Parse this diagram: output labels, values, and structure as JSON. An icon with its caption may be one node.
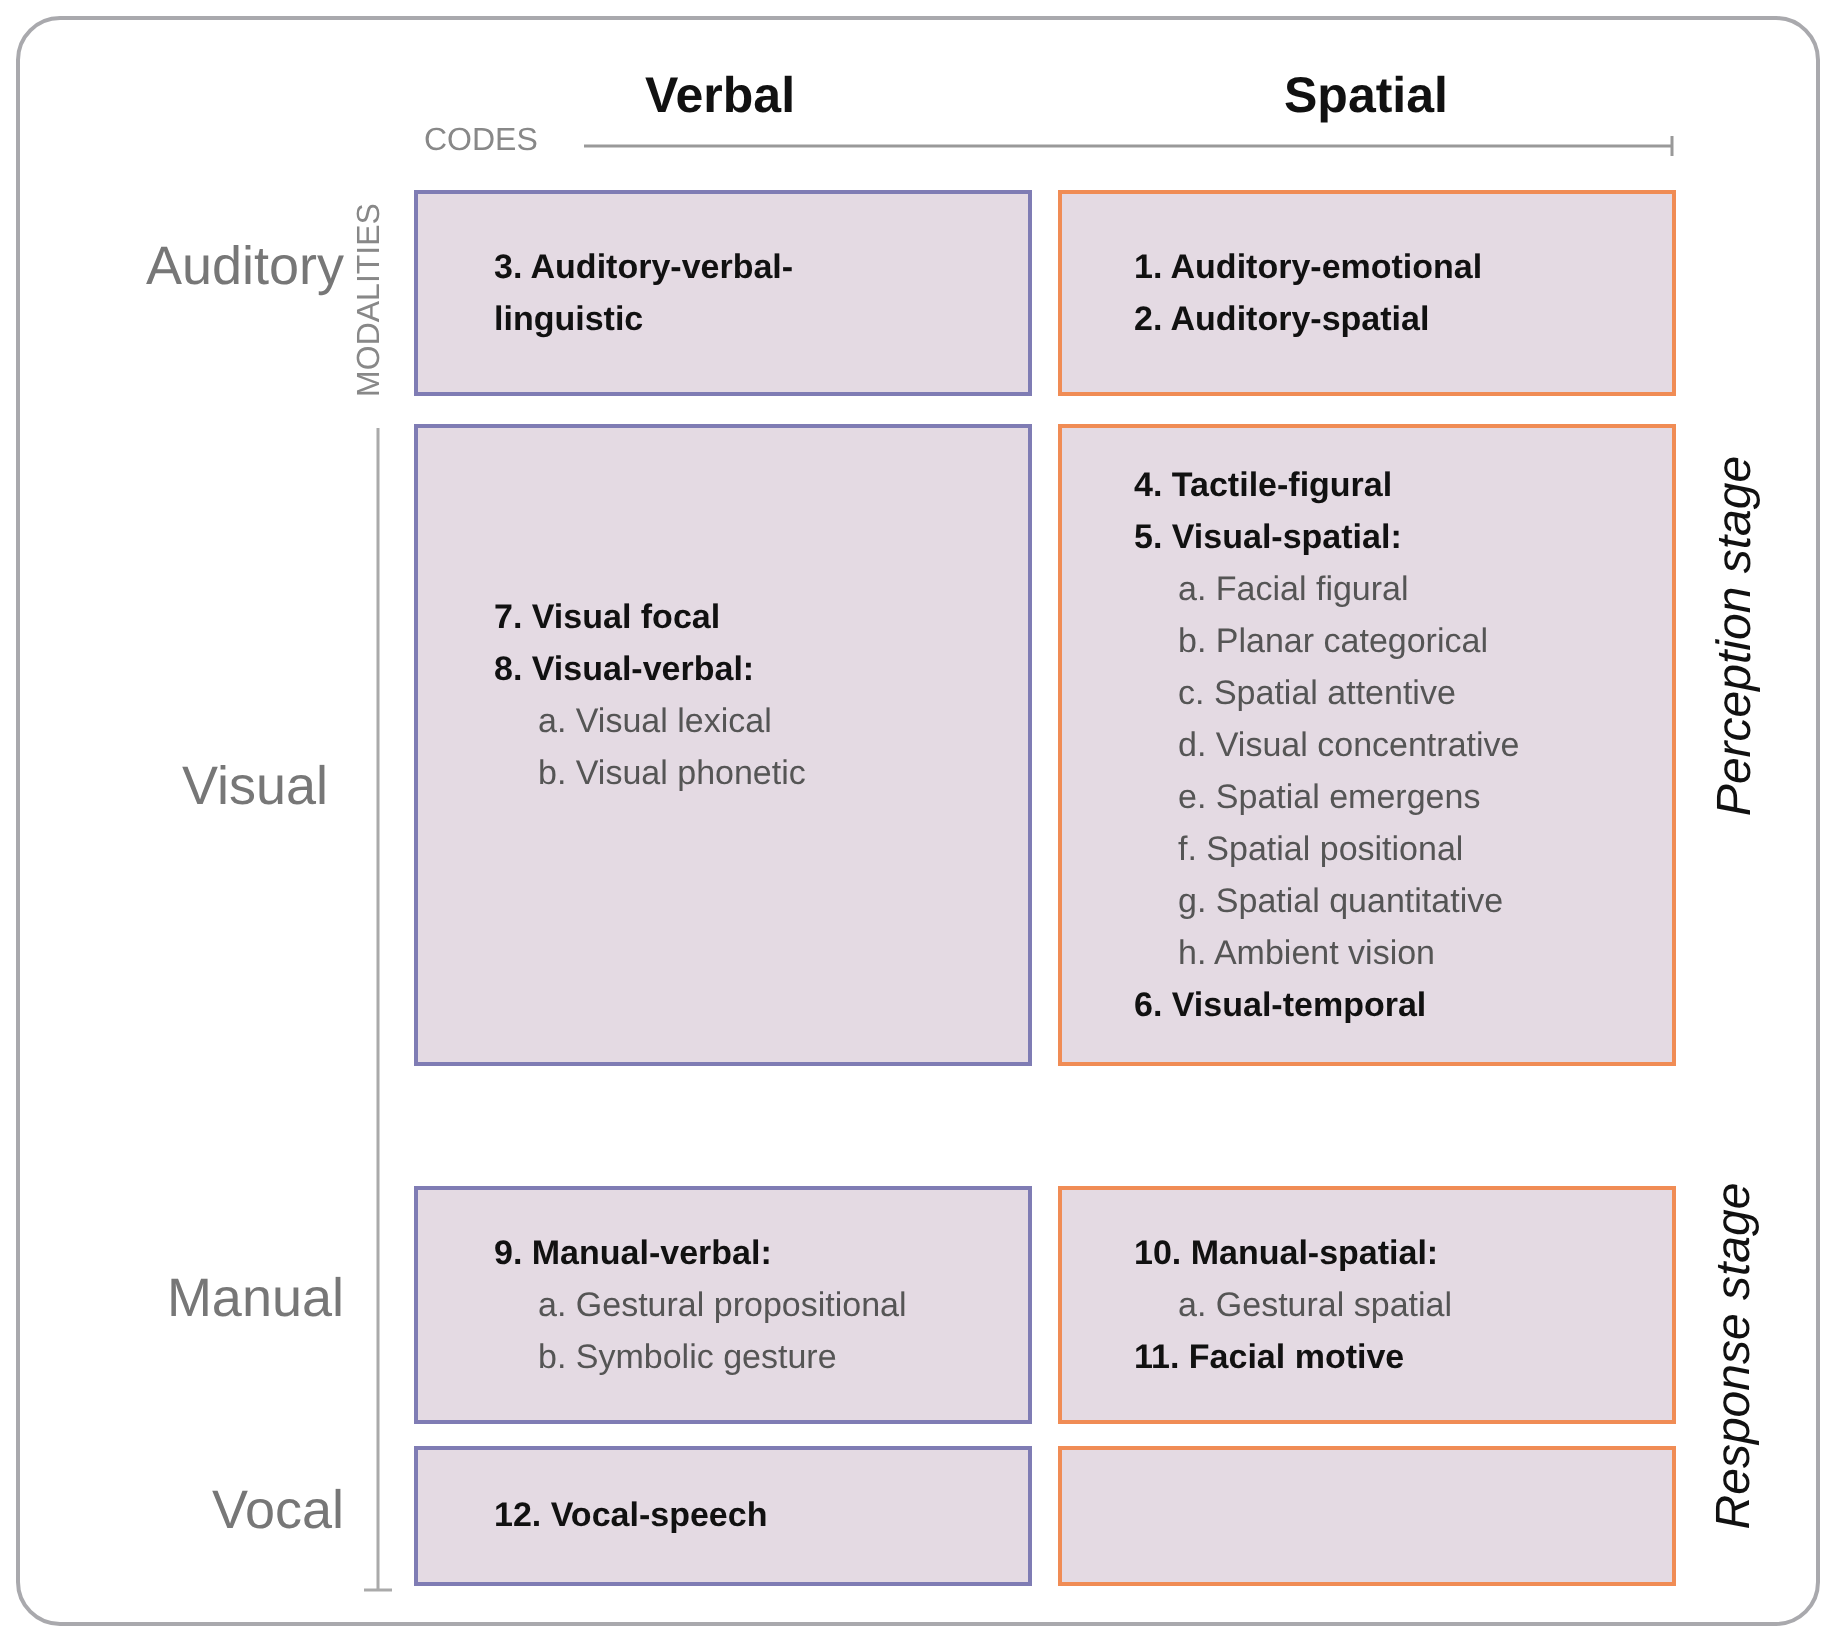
{
  "diagram": {
    "nodes": [
      {
        "text": [
          "3. Auditory-verbal- linguistic"
        ]
      },
      {
        "text": [
          "1. Auditory-emotional",
          "2. Auditory-spatial"
        ]
      },
      {
        "text": [
          "7. Visual focal",
          "8. Visual-verbal:",
          "a. Visual lexical",
          "b. Visual phonetic"
        ]
      },
      {
        "text": [
          "4. Tactile-figural",
          "5. Visual-spatial:",
          "a. Facial figural",
          "b. Planar categorical",
          "c. Spatial attentive",
          "d. Visual concentrative",
          "e. Spatial emergens",
          "f.  Spatial positional",
          "g. Spatial quantitative",
          "h. Ambient vision",
          "6. Visual-temporal"
        ]
      },
      {
        "text": [
          "9. Manual-verbal:",
          "a. Gestural propositional",
          "b. Symbolic gesture"
        ]
      },
      {
        "text": [
          "10. Manual-spatial:",
          "a. Gestural spatial",
          "11. Facial motive"
        ]
      },
      {
        "text": [
          "12. Vocal-speech"
        ]
      },
      {
        "text": [],
        "shape": "box"
      }
    ],
    "labels": [
      "Verbal",
      "Spatial",
      "CODES",
      "MODALITIES",
      "Auditory",
      "Visual",
      "Perception stage",
      "Manual",
      "Response stage",
      "Vocal"
    ]
  }
}
